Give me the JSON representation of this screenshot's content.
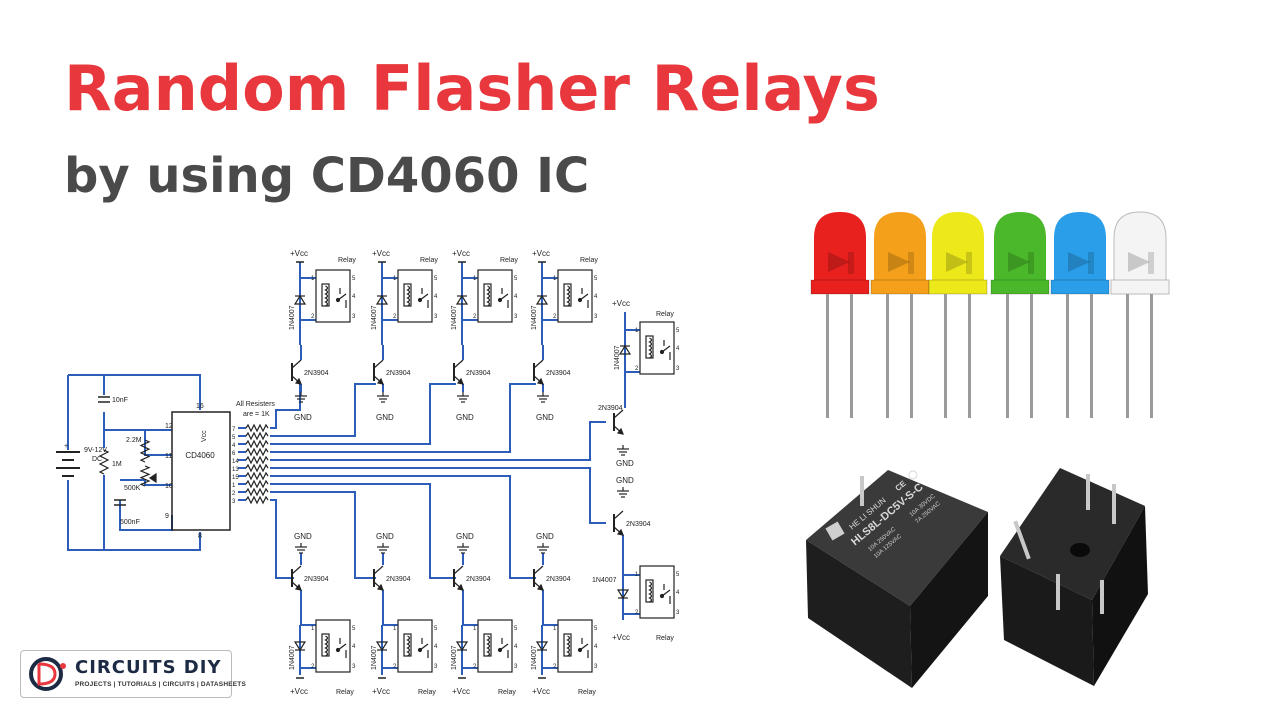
{
  "header": {
    "title": "Random Flasher Relays",
    "subtitle": "by using CD4060 IC"
  },
  "schematic": {
    "ic_name": "CD4060",
    "vcc_pin_label": "Vcc",
    "pin16": "16",
    "pin8": "8",
    "pin12": "12",
    "pin11": "11",
    "pin10": "10",
    "pin9": "9",
    "output_pins": [
      "7",
      "5",
      "4",
      "6",
      "14",
      "13",
      "15",
      "1",
      "2",
      "3"
    ],
    "battery_label_1": "9V-12V",
    "battery_label_2": "DC",
    "cap_10nf": "10nF",
    "cap_500nf": "500nF",
    "res_1m": "1M",
    "res_2_2m": "2.2M",
    "pot_500k": "500K",
    "resistor_note_1": "All Resisters",
    "resistor_note_2": "are = 1K",
    "vcc": "+Vcc",
    "gnd": "GND",
    "relay": "Relay",
    "diode": "1N4007",
    "transistor": "2N3904",
    "relay_pins": [
      "1",
      "2",
      "3",
      "4",
      "5"
    ]
  },
  "leds": {
    "colors": [
      "#e8201e",
      "#f5a01a",
      "#ece81a",
      "#4ab82a",
      "#2a9ee8",
      "#f4f4f4"
    ]
  },
  "relay_photo": {
    "brand": "HE LI SHUN",
    "model": "HLS8L-DC5V-S-C",
    "rating_1": "10A 250VAC",
    "rating_2": "10A 125VAC",
    "rating_3": "10A 30VDC",
    "rating_4": "7A 250VAC",
    "icons": [
      "relay-logo-icon",
      "ce-mark-icon",
      "ul-mark-icon"
    ]
  },
  "logo": {
    "name": "CIRCUITS DIY",
    "tagline": "PROJECTS | TUTORIALS | CIRCUITS | DATASHEETS",
    "icon": "cd-monogram-icon"
  }
}
